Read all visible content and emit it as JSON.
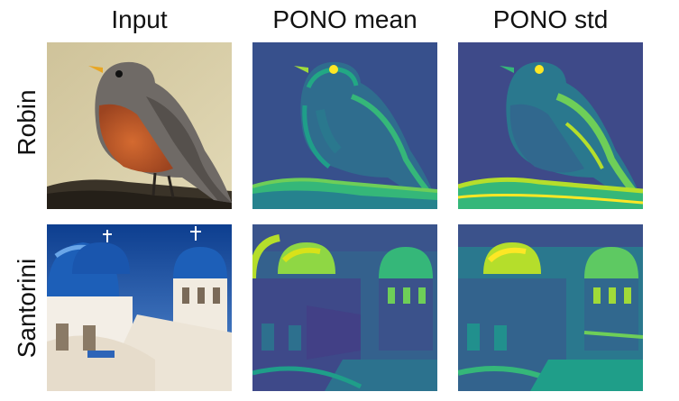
{
  "figure": {
    "column_titles": [
      "Input",
      "PONO mean",
      "PONO std"
    ],
    "row_labels": [
      "Robin",
      "Santorini"
    ],
    "colors": {
      "viridis_dark": "#440154",
      "viridis_blue": "#31688e",
      "viridis_teal": "#21908d",
      "viridis_green": "#35b779",
      "viridis_yellow": "#fde725",
      "robin_breast": "#c45a2a",
      "sky_blue": "#1d5fb8",
      "whitewash": "#f3eee6"
    }
  }
}
